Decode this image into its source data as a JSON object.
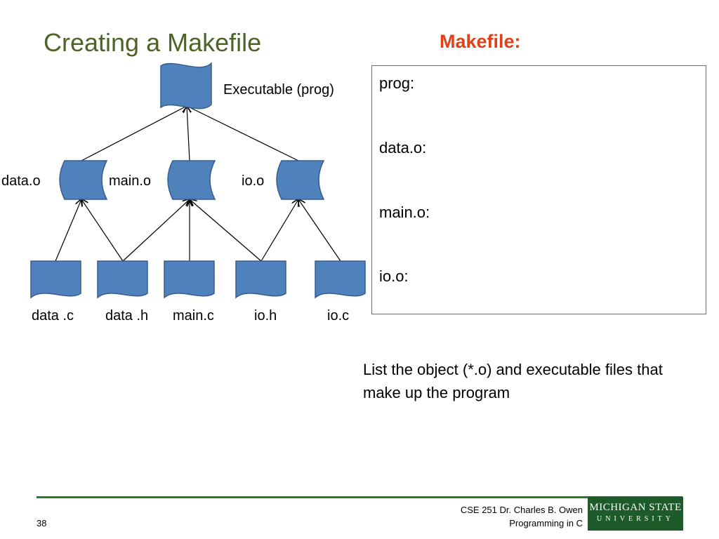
{
  "slide": {
    "title": "Creating a Makefile",
    "page_number": "38",
    "credit_line1": "CSE 251 Dr. Charles B. Owen",
    "credit_line2": "Programming in C",
    "logo_line1": "MICHIGAN STATE",
    "logo_line2": "UNIVERSITY"
  },
  "makefile": {
    "heading": "Makefile:",
    "lines": [
      "prog:",
      "data.o:",
      "main.o:",
      "io.o:"
    ]
  },
  "description": "List the object (*.o) and executable files that make up the program",
  "diagram": {
    "executable_label": "Executable (prog)",
    "objects": [
      "data.o",
      "main.o",
      "io.o"
    ],
    "sources": [
      "data .c",
      "data .h",
      "main.c",
      "io.h",
      "io.c"
    ]
  },
  "colors": {
    "title": "#4f6228",
    "makefile_heading": "#e0401a",
    "shape_fill": "#4f81bd",
    "shape_stroke": "#385d8a",
    "footer_line": "#2b7a2b",
    "logo_bg": "#1e5b2a"
  }
}
